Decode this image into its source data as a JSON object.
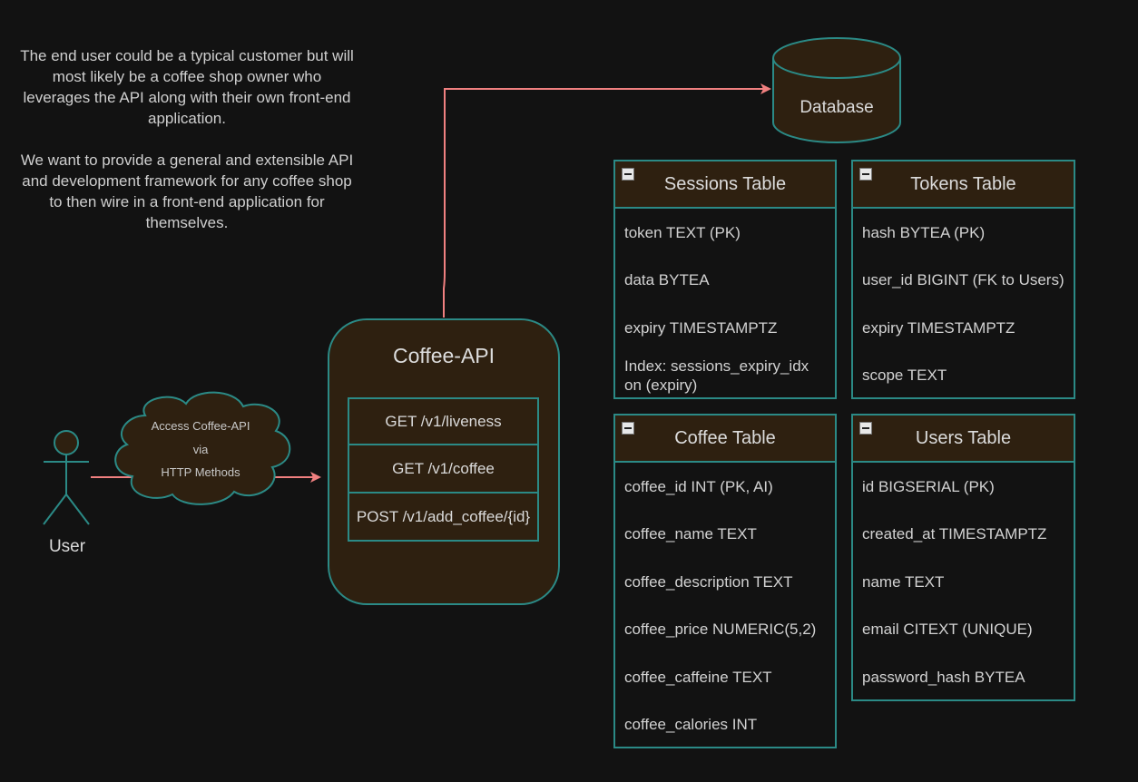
{
  "note": {
    "paragraph1": "The end user could be a typical customer but will most likely be a coffee shop owner who leverages the API along with their own front-end application.",
    "paragraph2": "We want to provide a general and extensible API and development framework for any coffee shop to then wire in a front-end application for themselves."
  },
  "user": {
    "label": "User"
  },
  "cloud": {
    "lines": [
      "Access Coffee-API",
      "via",
      "HTTP Methods"
    ]
  },
  "database": {
    "label": "Database"
  },
  "api": {
    "title": "Coffee-API",
    "endpoints": [
      "GET /v1/liveness",
      "GET /v1/coffee",
      "POST /v1/add_coffee/{id}"
    ]
  },
  "tables": [
    {
      "title": "Sessions Table",
      "fields": [
        "token TEXT (PK)",
        "data BYTEA",
        "expiry TIMESTAMPTZ",
        "Index: sessions_expiry_idx on (expiry)"
      ]
    },
    {
      "title": "Tokens Table",
      "fields": [
        "hash BYTEA (PK)",
        "user_id BIGINT (FK to Users)",
        "expiry TIMESTAMPTZ",
        "scope TEXT"
      ]
    },
    {
      "title": "Coffee Table",
      "fields": [
        "coffee_id INT (PK, AI)",
        "coffee_name TEXT",
        "coffee_description TEXT",
        "coffee_price NUMERIC(5,2)",
        "coffee_caffeine TEXT",
        "coffee_calories INT"
      ]
    },
    {
      "title": "Users Table",
      "fields": [
        "id BIGSERIAL (PK)",
        "created_at TIMESTAMPTZ",
        "name TEXT",
        "email CITEXT (UNIQUE)",
        "password_hash BYTEA"
      ]
    }
  ],
  "colors": {
    "background": "#121212",
    "stroke": "#2b8a86",
    "fill": "#2e2010",
    "arrow": "#f08080"
  },
  "icons": [
    "user-stick-figure-icon",
    "cloud-icon",
    "database-cylinder-icon",
    "collapse-minus-icon"
  ]
}
